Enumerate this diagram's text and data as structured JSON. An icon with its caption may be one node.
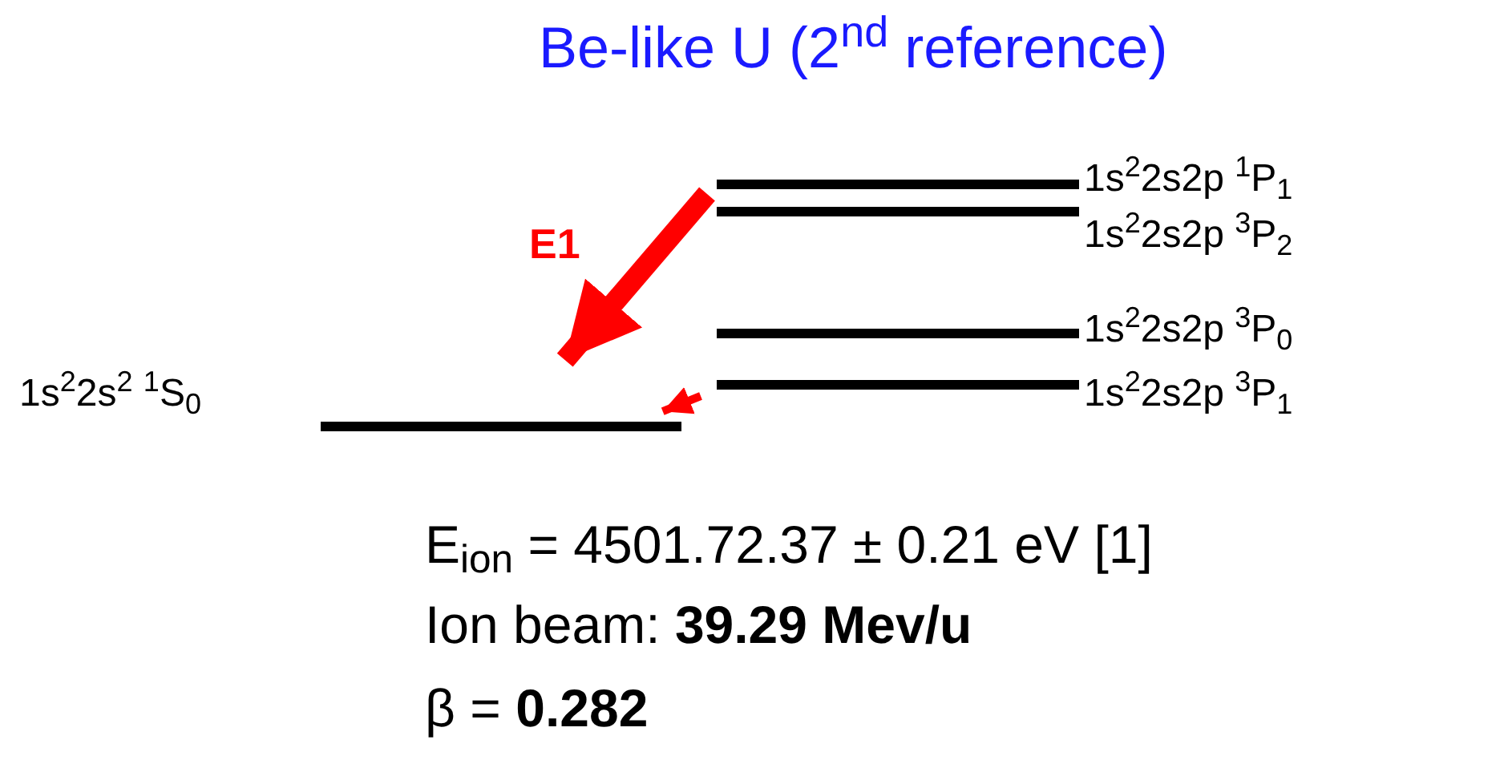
{
  "diagram": {
    "title": "Be-like U (2$^{nd}$ reference)",
    "nodes": [
      {
        "text": [],
        "shape": "bar",
        "beside": [
          "1s$^{2}$2s2p $^{1}$P$_{1}$"
        ]
      },
      {
        "text": [],
        "shape": "bar",
        "beside": [
          "1s$^{2}$2s2p $^{3}$P$_{2}$"
        ]
      },
      {
        "text": [],
        "shape": "bar",
        "beside": [
          "1s$^{2}$2s2p $^{3}$P$_{0}$"
        ]
      },
      {
        "text": [],
        "shape": "bar",
        "beside": [
          "1s$^{2}$2s2p $^{3}$P$_{1}$"
        ]
      },
      {
        "text": [],
        "shape": "bar",
        "beside": [
          "1s$^{2}$2s$^{2}$ $^{1}$S$_{0}$"
        ]
      }
    ],
    "edges": [
      {
        "from": 0,
        "to": 4,
        "arrow": "to",
        "label": "E1",
        "style": "thick"
      },
      {
        "from": 3,
        "to": 4,
        "arrow": "to"
      }
    ],
    "labels": [
      "E$_{ion}$ = 4501.72.37 ± 0.21 eV [1]",
      "Ion beam: **39.29 Mev/u**",
      "β = **0.282**"
    ]
  }
}
